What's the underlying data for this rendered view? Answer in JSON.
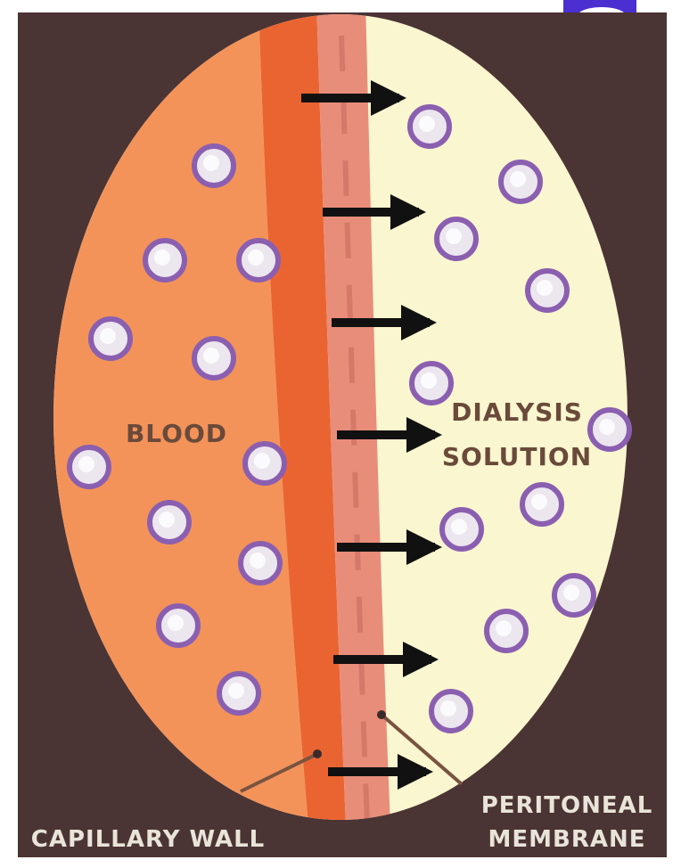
{
  "labels": {
    "blood": "BLOOD",
    "dialysis_line1": "DIALYSIS",
    "dialysis_line2": "SOLUTION",
    "capillary_wall": "CAPILLARY WALL",
    "peritoneal_line1": "PERITONEAL",
    "peritoneal_line2": "MEMBRANE"
  },
  "colors": {
    "background": "#4b3434",
    "blood": "#f3935a",
    "capillary_wall": "#ea6431",
    "membrane": "#e88d7a",
    "dialysis_solution": "#faf6cf",
    "particle_ring": "#8b5fb0",
    "particle_fill": "#ece6ef",
    "arrow": "#111111"
  },
  "icons": {
    "flow_arrow": "right-arrow",
    "particle": "solute-particle"
  }
}
